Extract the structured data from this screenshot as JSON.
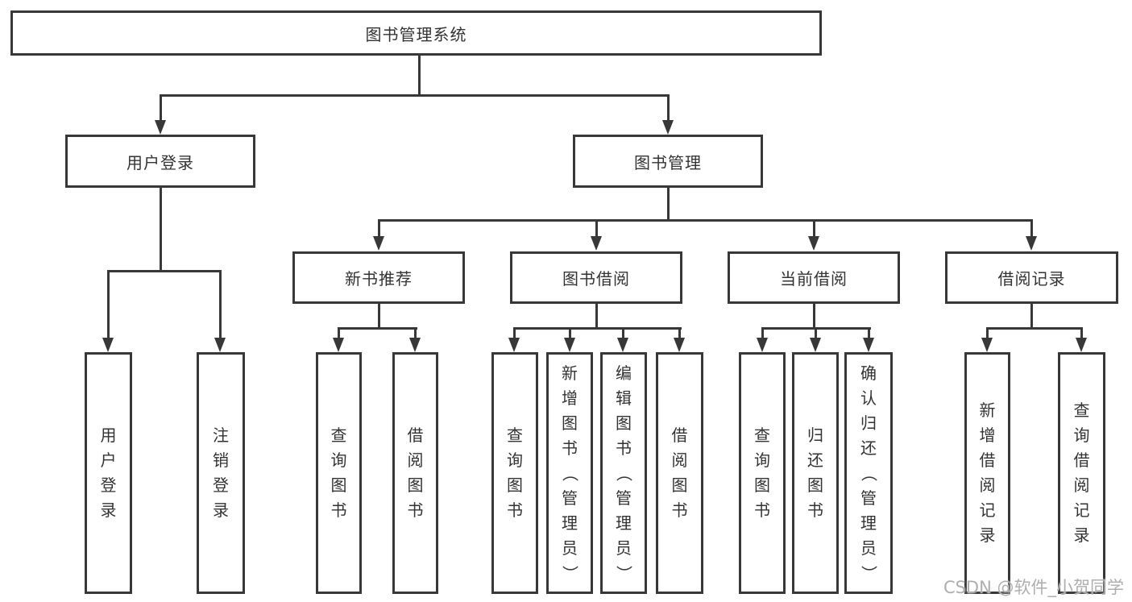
{
  "watermark": "CSDN @软件_小贺同学",
  "colors": {
    "line": "#383838",
    "box_border": "#383838",
    "text": "#333333",
    "background": "#ffffff",
    "watermark": "#aeaeae"
  },
  "diagram": {
    "root": {
      "label": "图书管理系统"
    },
    "level2": [
      {
        "label": "用户登录"
      },
      {
        "label": "图书管理"
      }
    ],
    "level3": [
      {
        "label": "新书推荐"
      },
      {
        "label": "图书借阅"
      },
      {
        "label": "当前借阅"
      },
      {
        "label": "借阅记录"
      }
    ],
    "level4": [
      {
        "label": "用户登录",
        "parent": "用户登录"
      },
      {
        "label": "注销登录",
        "parent": "用户登录"
      },
      {
        "label": "查询图书",
        "parent": "新书推荐"
      },
      {
        "label": "借阅图书",
        "parent": "新书推荐"
      },
      {
        "label": "查询图书",
        "parent": "图书借阅"
      },
      {
        "label": "新增图书（管理员）",
        "parent": "图书借阅"
      },
      {
        "label": "编辑图书（管理员）",
        "parent": "图书借阅"
      },
      {
        "label": "借阅图书",
        "parent": "图书借阅"
      },
      {
        "label": "查询图书",
        "parent": "当前借阅"
      },
      {
        "label": "归还图书",
        "parent": "当前借阅"
      },
      {
        "label": "确认归还（管理员）",
        "parent": "当前借阅"
      },
      {
        "label": "新增借阅记录",
        "parent": "借阅记录"
      },
      {
        "label": "查询借阅记录",
        "parent": "借阅记录"
      }
    ]
  }
}
